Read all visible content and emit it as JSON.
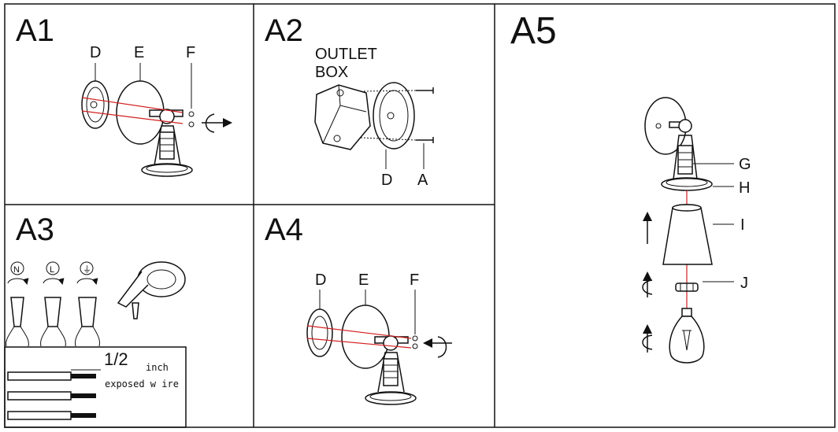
{
  "panels": {
    "a1": {
      "title": "A1",
      "labels": {
        "d": "D",
        "e": "E",
        "f": "F"
      }
    },
    "a2": {
      "title": "A2",
      "outlet_line1": "OUTLET",
      "outlet_line2": "BOX",
      "labels": {
        "d": "D",
        "a": "A"
      }
    },
    "a3": {
      "title": "A3",
      "wire_symbols": [
        "N",
        "L",
        "⏚"
      ],
      "strip_fraction": "1/2",
      "strip_unit": "inch",
      "strip_caption": "exposed w ire"
    },
    "a4": {
      "title": "A4",
      "labels": {
        "d": "D",
        "e": "E",
        "f": "F"
      }
    },
    "a5": {
      "title": "A5",
      "labels": {
        "g": "G",
        "h": "H",
        "i": "I",
        "j": "J"
      }
    }
  },
  "colors": {
    "line": "#111111",
    "guide": "#d42020"
  }
}
